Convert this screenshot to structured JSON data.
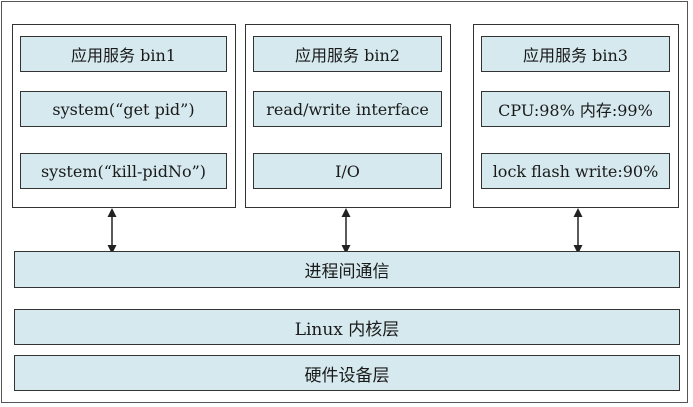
{
  "groups": [
    {
      "title": "应用服务 bin1",
      "items": [
        "system(“get pid”)",
        "system(“kill-pidNo”)"
      ]
    },
    {
      "title": "应用服务 bin2",
      "items": [
        "read/write interface",
        "I/O"
      ]
    },
    {
      "title": "应用服务 bin3",
      "items": [
        "CPU:98% 内存:99%",
        "lock flash write:90%"
      ]
    }
  ],
  "layers": {
    "ipc": "进程间通信",
    "kernel": "Linux 内核层",
    "hardware": "硬件设备层"
  },
  "colors": {
    "box_fill": "#d5e9ee",
    "border": "#333333"
  }
}
